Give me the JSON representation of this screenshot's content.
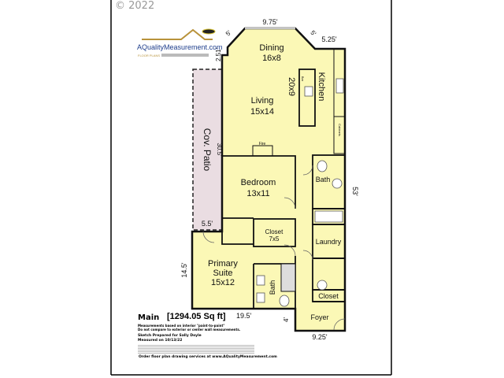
{
  "copyright": "© 2022",
  "logo": {
    "text": "AQualityMeasurement.com",
    "tagline": "FLOOR PLANS"
  },
  "rooms": {
    "dining": {
      "name": "Dining",
      "size": "16x8"
    },
    "living": {
      "name": "Living",
      "size": "15x14"
    },
    "kitchen": {
      "name": "Kitchen",
      "size": "20x9"
    },
    "patio": {
      "name": "Cov. Patio"
    },
    "bedroom": {
      "name": "Bedroom",
      "size": "13x11"
    },
    "bath1": {
      "name": "Bath"
    },
    "closet1": {
      "name": "Closet",
      "size": "7x5"
    },
    "laundry": {
      "name": "Laundry"
    },
    "primary": {
      "name": "Primary",
      "name2": "Suite",
      "size": "15x12"
    },
    "bath2": {
      "name": "Bath"
    },
    "closet2": {
      "name": "Closet"
    },
    "foyer": {
      "name": "Foyer"
    }
  },
  "labels": {
    "fire": "Fire",
    "bar": "Bar",
    "cabinets": "Cabinets"
  },
  "dimensions": {
    "top": "9.75'",
    "diag_left": "5'",
    "diag_right": "5'",
    "right_top": "5.25'",
    "jog": "2.51'",
    "patio_len": "30.5'",
    "patio_w": "5.5'",
    "right": "53'",
    "primary_h": "14.5'",
    "bottom_left": "19.5'",
    "foyer_w": "9.25'",
    "foyer_h": "4'"
  },
  "footer": {
    "level": "Main",
    "area": "[1294.05 Sq ft]",
    "note1": "Measurements based on interior \"paint-to-paint\"",
    "note2": "Do not compare to exterior or center wall measurements.",
    "prepared": "Sketch Prepared for Sally Doyle",
    "measured": "Measured on 10/13/22",
    "order": "Order floor plan drawing services at www.AQualityMeasurement.com"
  },
  "colors": {
    "floor": "#fbf8b6",
    "patio": "#eadde2",
    "wall": "#111111",
    "logo_gold": "#b8923a",
    "logo_blue": "#1f3f8c"
  }
}
